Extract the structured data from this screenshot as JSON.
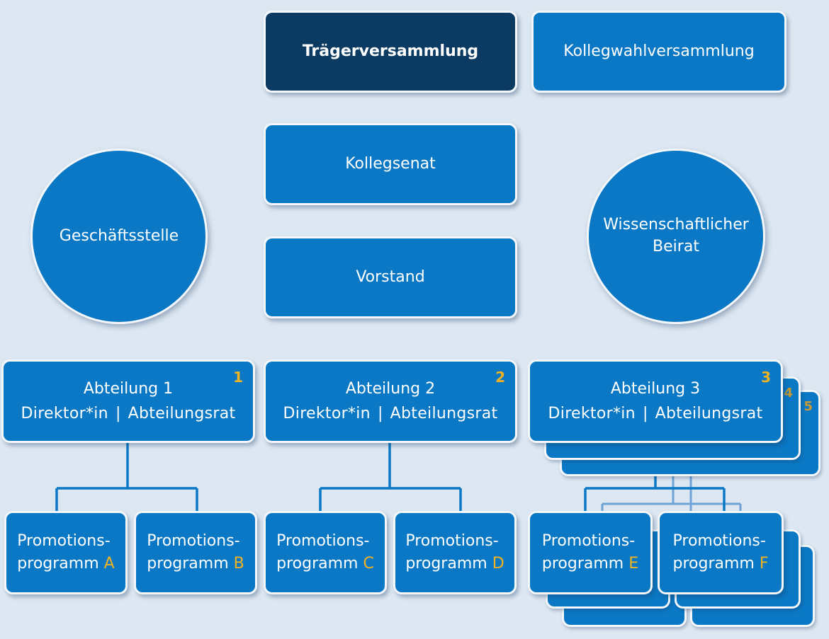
{
  "top_boxes": {
    "traegerversammlung": "Trägerversammlung",
    "kollegwahlversammlung": "Kollegwahlversammlung",
    "kollegsenat": "Kollegsenat",
    "vorstand": "Vorstand"
  },
  "circles": {
    "geschaeftsstelle": "Geschäftsstelle",
    "beirat_line1": "Wissenschaftlicher",
    "beirat_line2": "Beirat"
  },
  "departments": [
    {
      "title": "Abteilung 1",
      "director": "Direktor*in",
      "separator": "|",
      "council": "Abteilungsrat",
      "number": "1"
    },
    {
      "title": "Abteilung 2",
      "director": "Direktor*in",
      "separator": "|",
      "council": "Abteilungsrat",
      "number": "2"
    },
    {
      "title": "Abteilung 3",
      "director": "Direktor*in",
      "separator": "|",
      "council": "Abteilungsrat",
      "number": "3"
    }
  ],
  "stacked_department_numbers": [
    "4",
    "5"
  ],
  "programs": [
    {
      "line1": "Promotions-",
      "line2": "programm",
      "letter": "A"
    },
    {
      "line1": "Promotions-",
      "line2": "programm",
      "letter": "B"
    },
    {
      "line1": "Promotions-",
      "line2": "programm",
      "letter": "C"
    },
    {
      "line1": "Promotions-",
      "line2": "programm",
      "letter": "D"
    },
    {
      "line1": "Promotions-",
      "line2": "programm",
      "letter": "E"
    },
    {
      "line1": "Promotions-",
      "line2": "programm",
      "letter": "F"
    }
  ],
  "colors": {
    "background": "#dde7f2",
    "box": "#0a78c4",
    "box_dark": "#0b3b62",
    "accent": "#f0b323",
    "connector": "#0a78c4"
  }
}
